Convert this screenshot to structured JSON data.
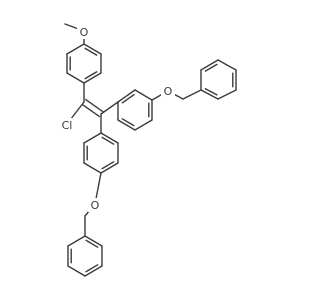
{
  "atoms": [
    {
      "id": "o_methoxy",
      "symbol": "O"
    },
    {
      "id": "o_benzyloxy_upper",
      "symbol": "O"
    },
    {
      "id": "cl",
      "symbol": "Cl"
    },
    {
      "id": "o_benzyloxy_lower",
      "symbol": "O"
    }
  ],
  "colors": {
    "bond": "#3a3a3a",
    "text": "#3a3a3a",
    "background": "#ffffff"
  }
}
